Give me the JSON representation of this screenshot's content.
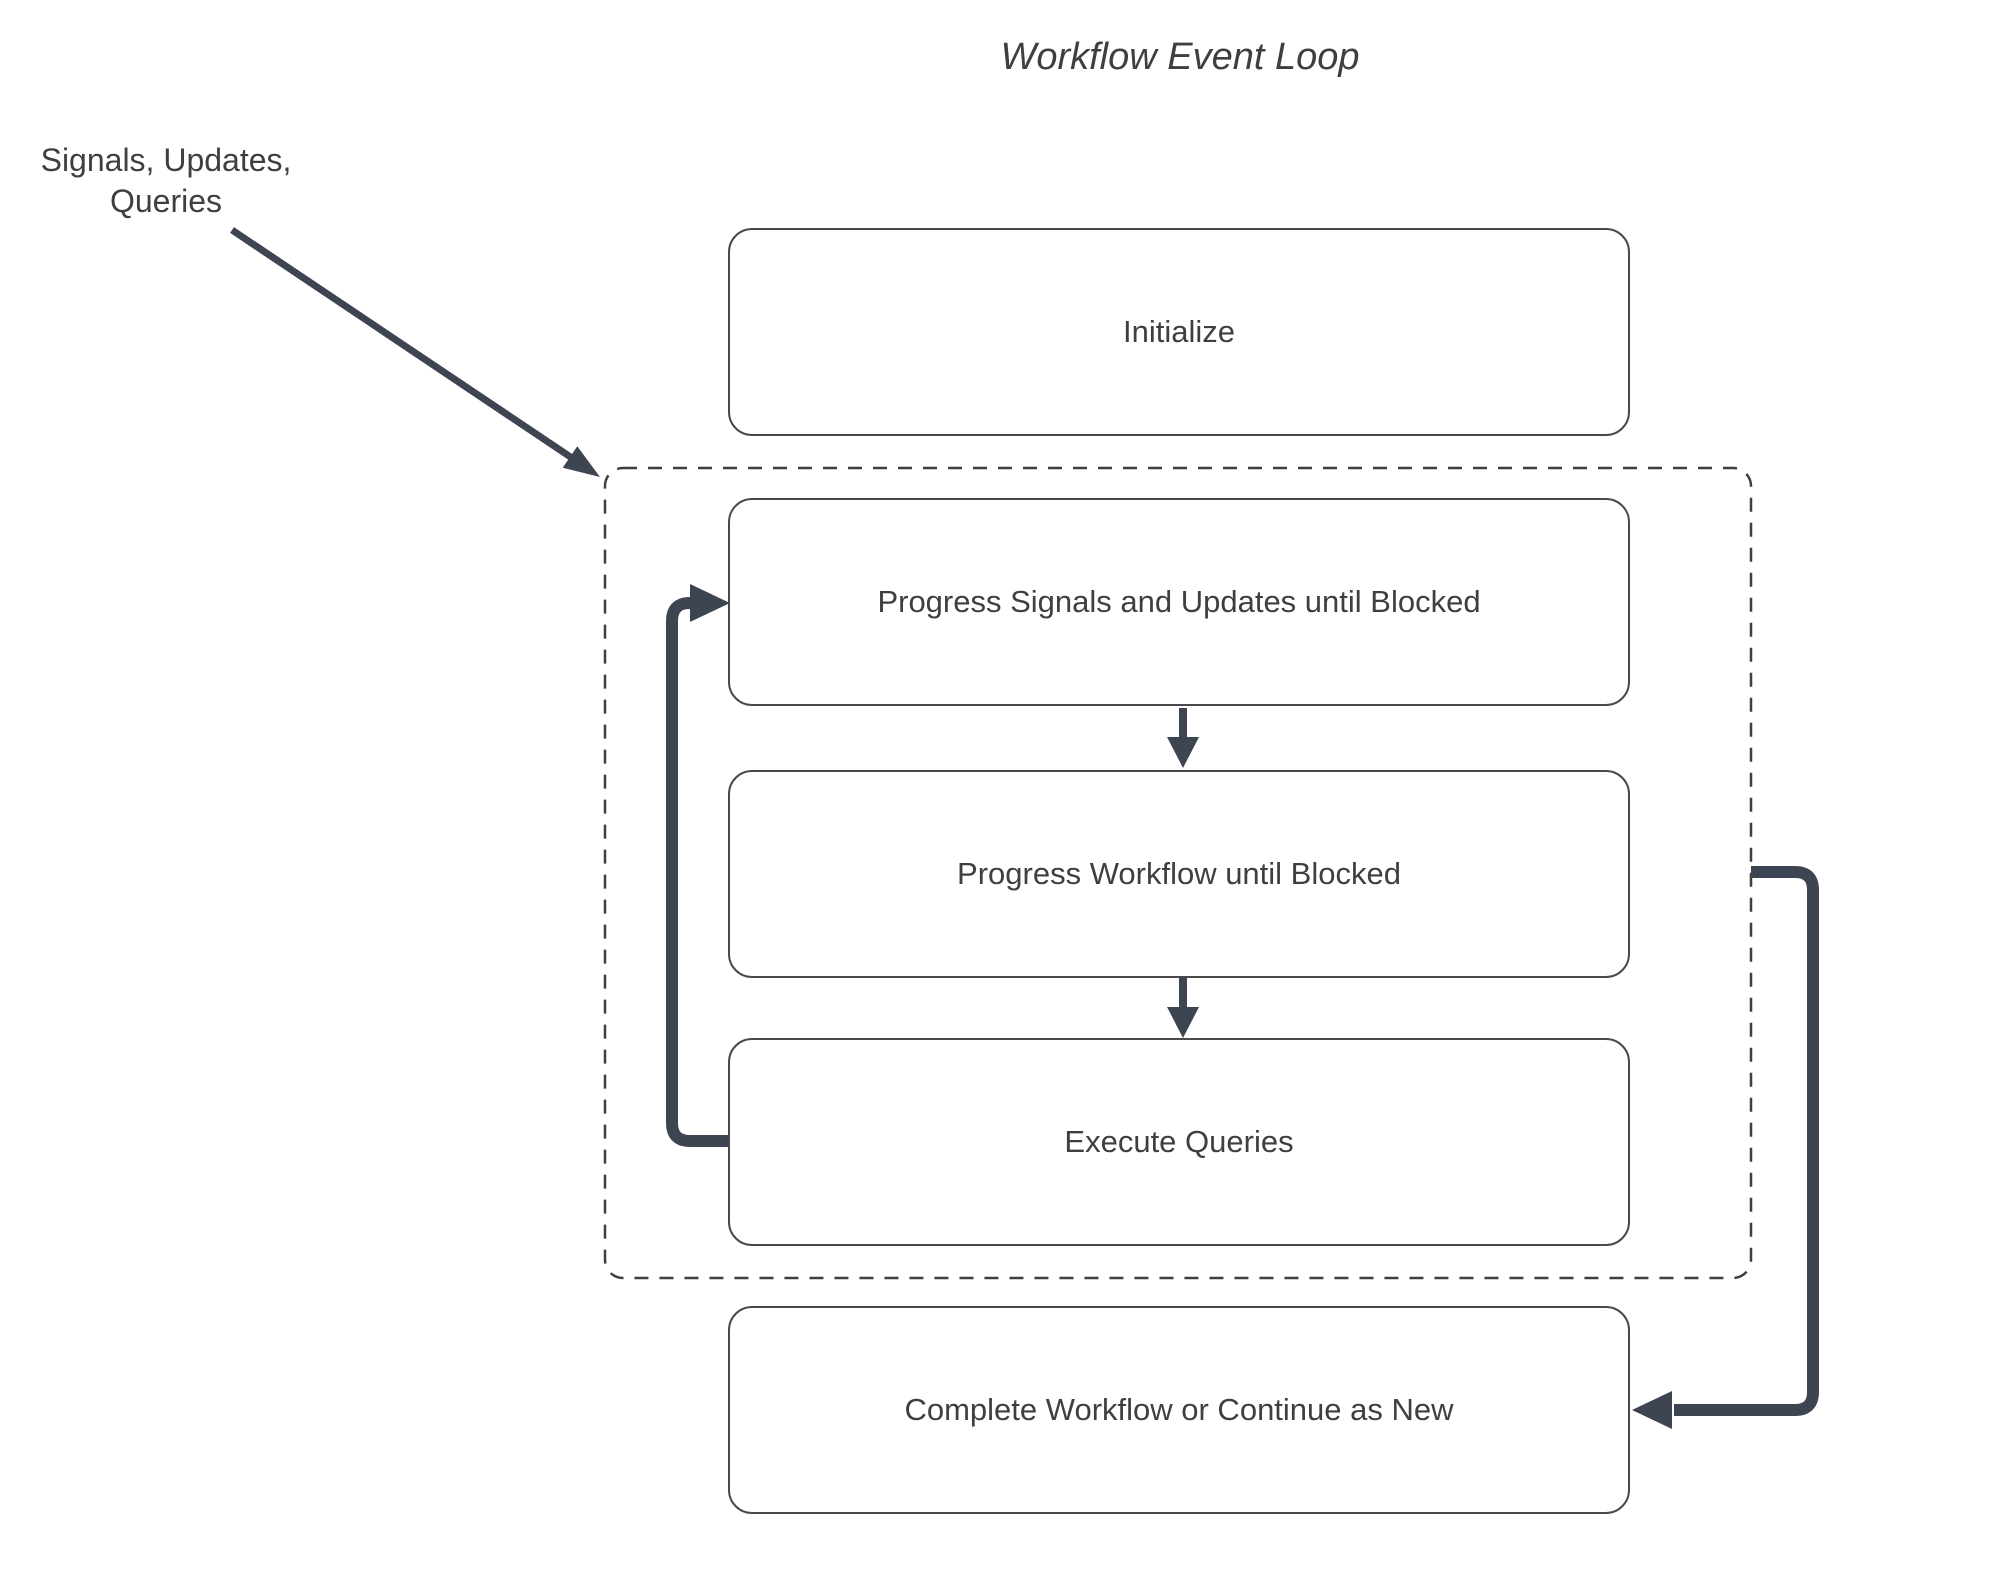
{
  "title": "Workflow Event Loop",
  "external_label": {
    "line1": "Signals, Updates,",
    "line2": "Queries"
  },
  "nodes": {
    "initialize": {
      "label": "Initialize"
    },
    "progress_signals": {
      "label": "Progress Signals and Updates until Blocked"
    },
    "progress_workflow": {
      "label": "Progress Workflow until Blocked"
    },
    "execute_queries": {
      "label": "Execute Queries"
    },
    "complete": {
      "label": "Complete Workflow or Continue as New"
    }
  },
  "colors": {
    "connector": "#3E4552",
    "box_border": "#4A4A4A",
    "text": "#3F3F3F",
    "dashed_border": "#3F3F3F"
  }
}
